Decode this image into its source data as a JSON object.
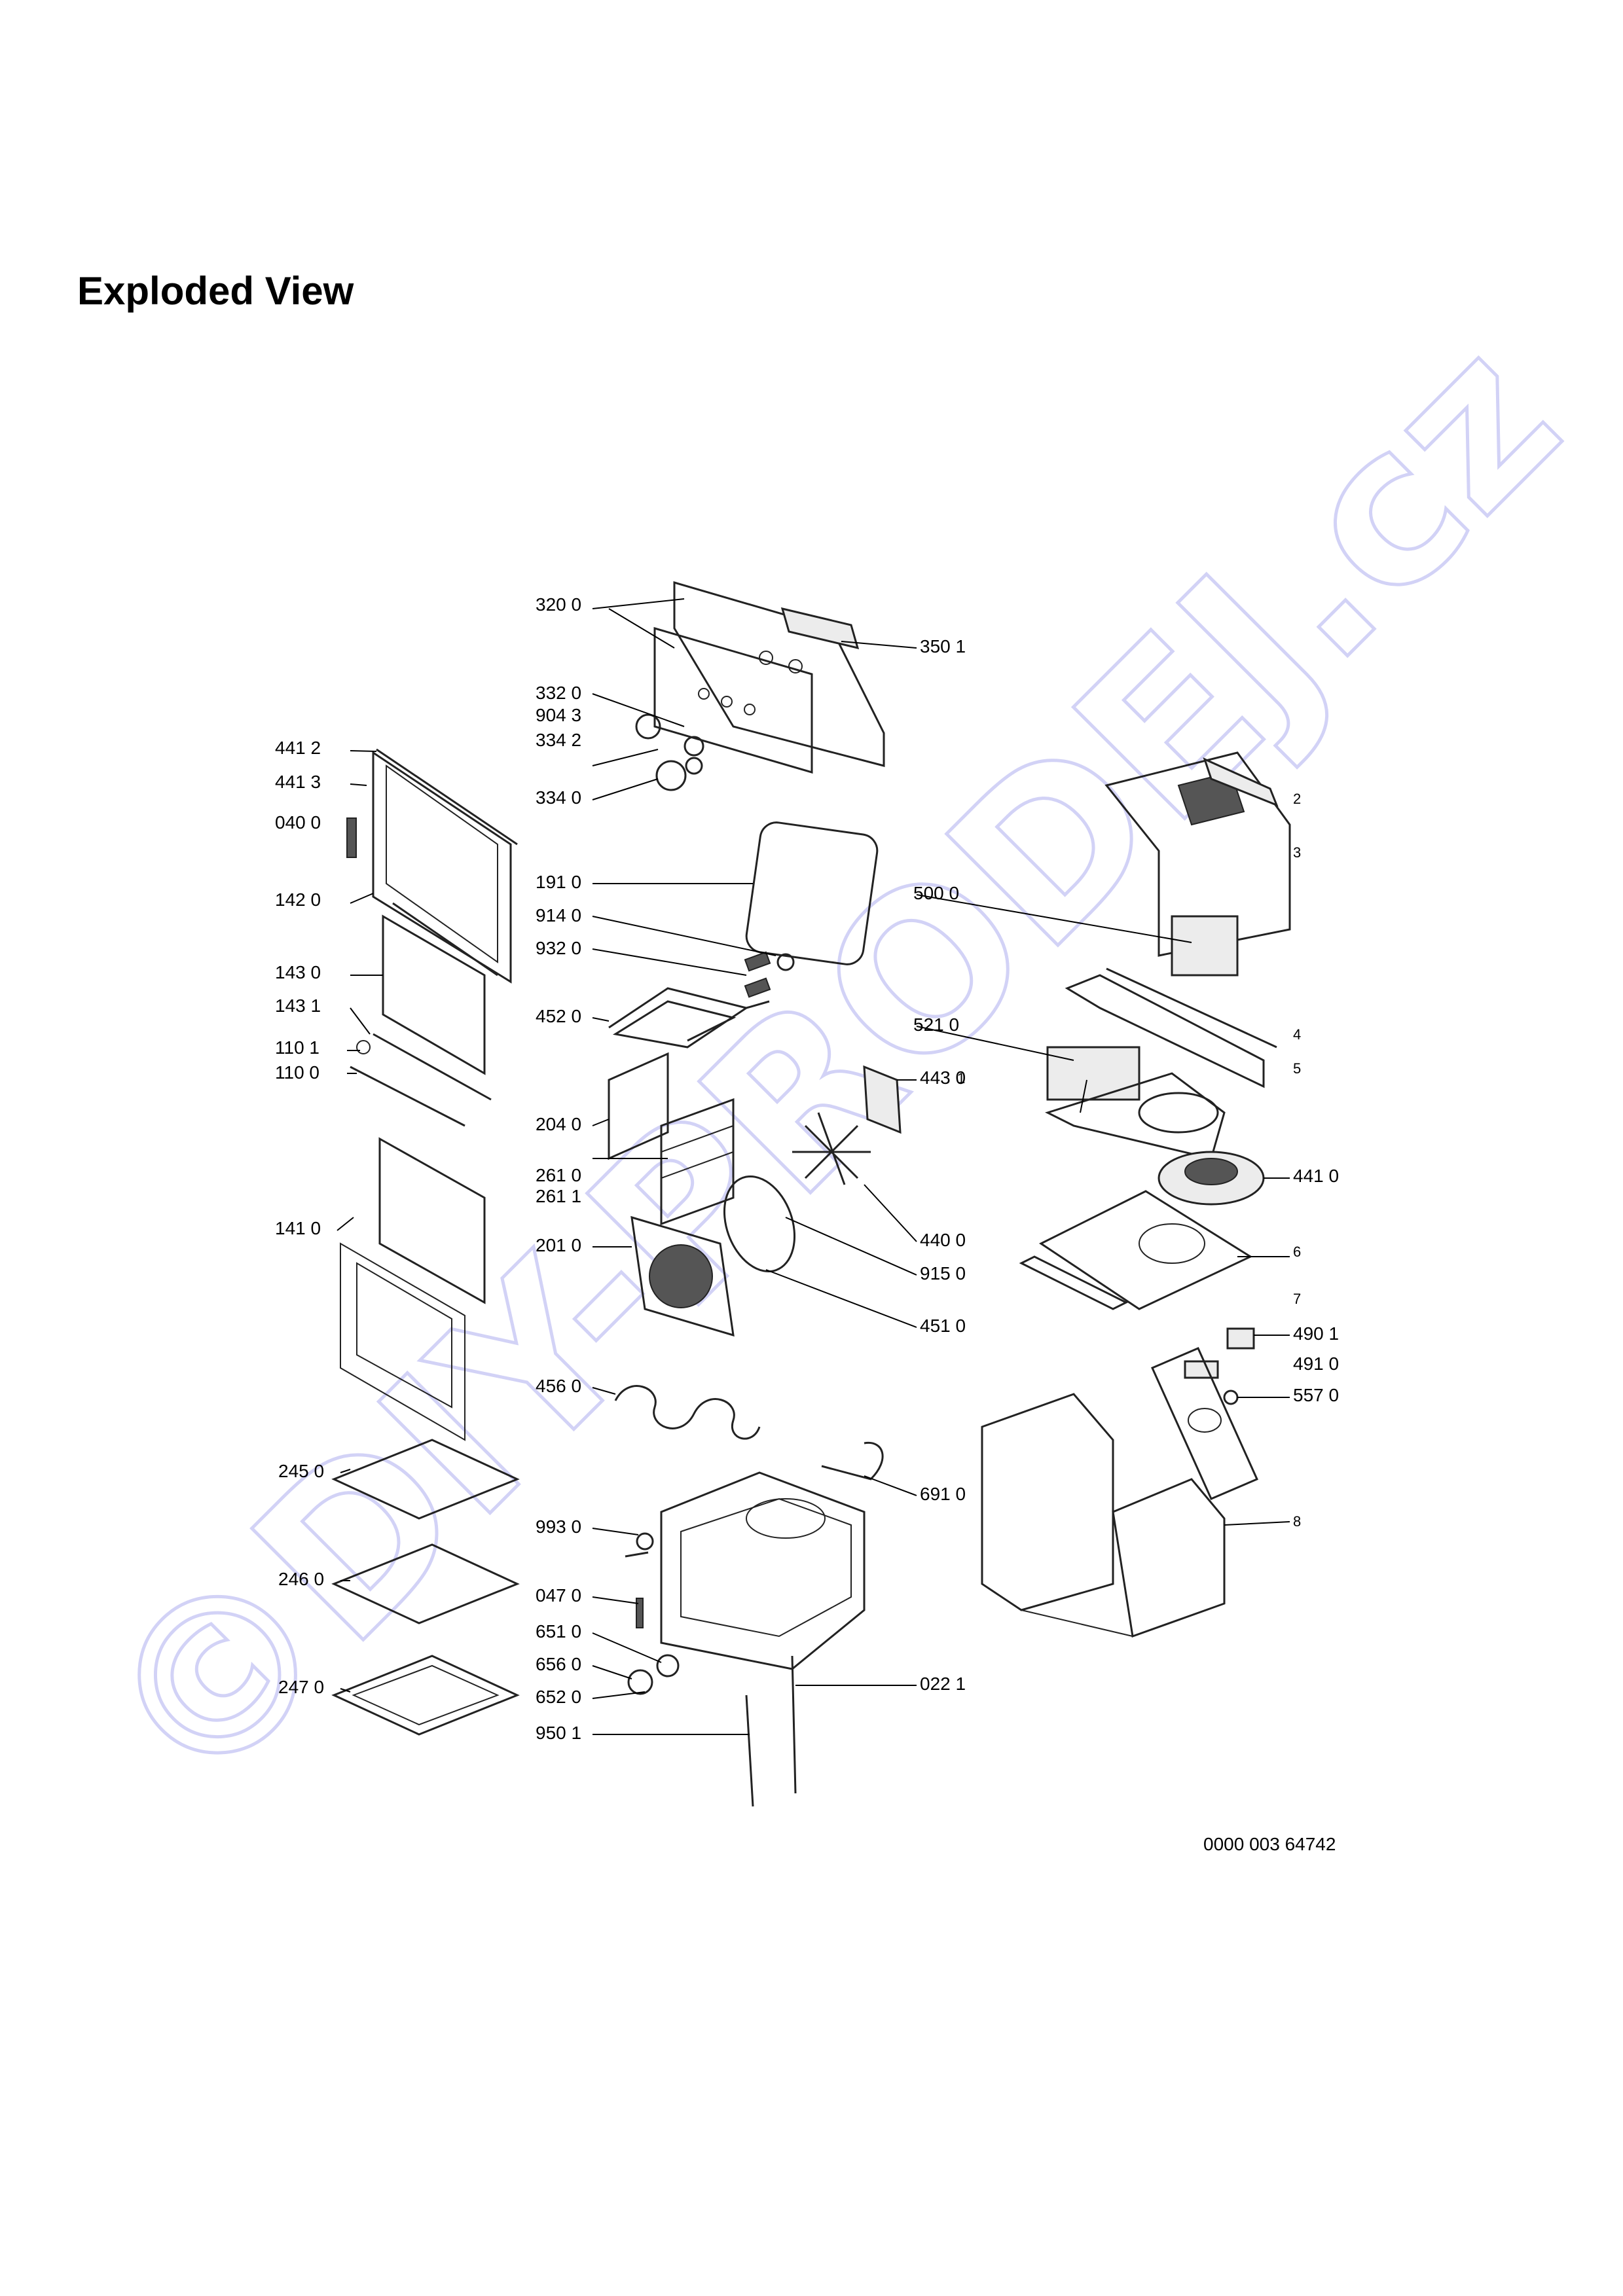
{
  "title": "Exploded View",
  "document_code": "0000 003 64742",
  "watermark": "©DIY-PRODEJ.cz",
  "colors": {
    "watermark": "#d2d2f6",
    "line": "#222222"
  },
  "labels": [
    "320 0",
    "350 1",
    "332 0",
    "904 3",
    "334 2",
    "334 0",
    "441 2",
    "441 3",
    "040 0",
    "142 0",
    "143 0",
    "143 1",
    "110 1",
    "110 0",
    "141 0",
    "191 0",
    "914 0",
    "932 0",
    "452 0",
    "204 0",
    "261 0",
    "261 1",
    "201 0",
    "443 0",
    "440 0",
    "915 0",
    "451 0",
    "456 0",
    "500 0",
    "521 0",
    "441 0",
    "490 1",
    "491 0",
    "557 0",
    "691 0",
    "245 0",
    "246 0",
    "247 0",
    "993 0",
    "047 0",
    "651 0",
    "656 0",
    "652 0",
    "950 1",
    "022 1",
    "2",
    "3",
    "4",
    "5",
    "1",
    "6",
    "7",
    "8"
  ]
}
